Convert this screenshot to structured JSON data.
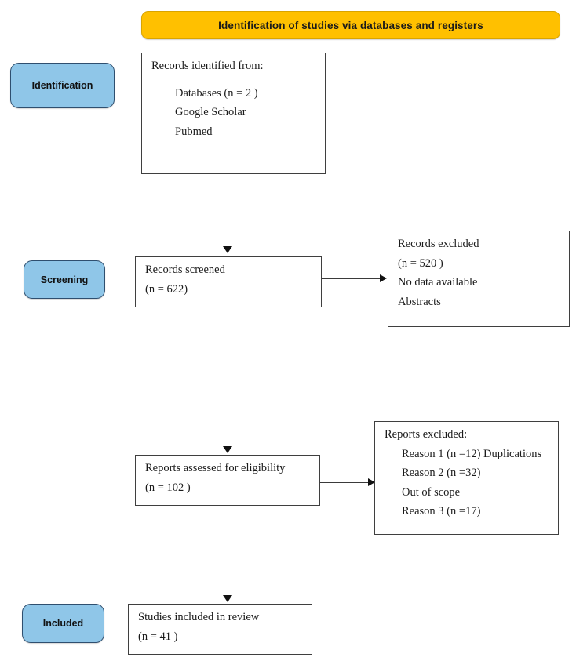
{
  "diagram": {
    "type": "prisma-flow-diagram",
    "banner": {
      "label": "Identification of studies via databases and registers",
      "color": "#FFC000"
    },
    "stage_pill_color": "#8FC6E8",
    "stages": [
      {
        "key": "identification",
        "label": "Identification"
      },
      {
        "key": "screening",
        "label": "Screening"
      },
      {
        "key": "included",
        "label": "Included"
      }
    ],
    "boxes": {
      "records_identified": {
        "lines": [
          "Records identified from:",
          "Databases (n = 2 )",
          "Google Scholar",
          "Pubmed"
        ]
      },
      "records_screened": {
        "lines": [
          "Records screened",
          "(n = 622)"
        ]
      },
      "records_excluded": {
        "lines": [
          "Records excluded",
          "(n = 520 )",
          "No data available",
          "Abstracts"
        ]
      },
      "reports_assessed": {
        "lines": [
          "Reports assessed for eligibility",
          "(n = 102 )"
        ]
      },
      "reports_excluded": {
        "lines": [
          "Reports excluded:",
          "Reason 1 (n =12) Duplications",
          "Reason 2 (n =32)",
          "Out of scope",
          "Reason 3 (n =17)"
        ]
      },
      "studies_included": {
        "lines": [
          "Studies included in review",
          "(n = 41 )"
        ]
      }
    }
  }
}
